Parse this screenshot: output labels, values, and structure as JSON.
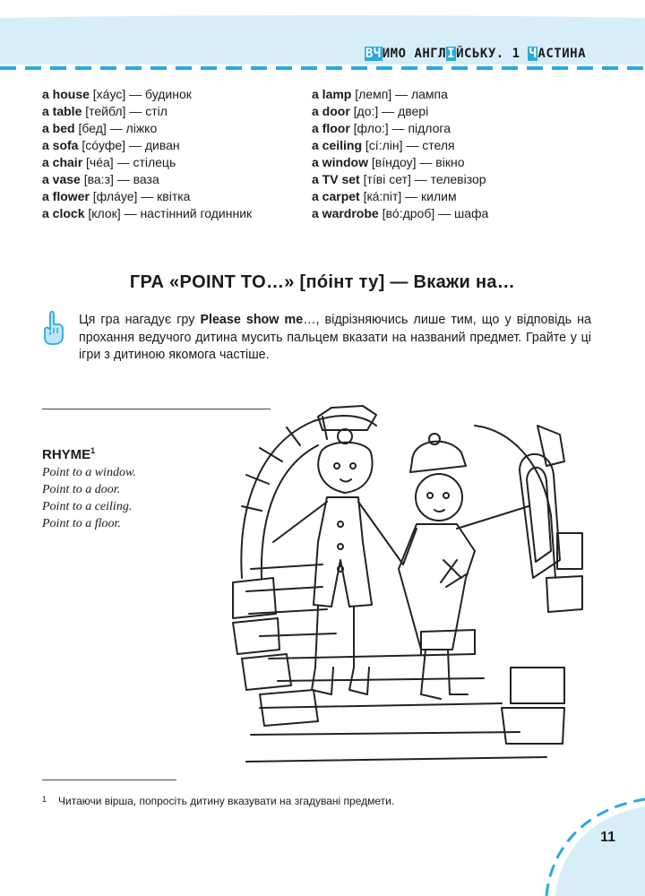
{
  "header": {
    "title_parts": [
      {
        "text": "ВЧ",
        "hl": true
      },
      {
        "text": "ИМО ",
        "hl": false
      },
      {
        "text": "АНГЛ",
        "hl": false
      },
      {
        "text": "І",
        "hl": true
      },
      {
        "text": "ЙСЬКУ. ",
        "hl": false
      },
      {
        "text": "1 ",
        "hl": false
      },
      {
        "text": "Ч",
        "hl": true
      },
      {
        "text": "АСТИНА",
        "hl": false
      }
    ],
    "accent_color": "#29a9e0"
  },
  "vocab": {
    "left": [
      {
        "word": "a house",
        "rest": " [хáус] — будинок"
      },
      {
        "word": "a table",
        "rest": " [тейбл] — стіл"
      },
      {
        "word": "a bed",
        "rest": " [бед] — ліжко"
      },
      {
        "word": "a sofa",
        "rest": " [сóуфе] — диван"
      },
      {
        "word": "a chair",
        "rest": " [чéа] — стілець"
      },
      {
        "word": "a vase",
        "rest": " [ва:з] — ваза"
      },
      {
        "word": "a flower",
        "rest": " [флáуе] — квітка"
      },
      {
        "word": "a clock",
        "rest": " [клок] — настінний годинник"
      }
    ],
    "right": [
      {
        "word": "a lamp",
        "rest": " [лемп] — лампа"
      },
      {
        "word": "a door",
        "rest": " [до:] — двері"
      },
      {
        "word": "a floor",
        "rest": " [фло:] — підлога"
      },
      {
        "word": "a ceiling",
        "rest": " [сí:лін] — стеля"
      },
      {
        "word": "a window",
        "rest": " [вíндоу] — вікно"
      },
      {
        "word": "a TV set",
        "rest": " [тíві сет] — телевізор"
      },
      {
        "word": "a carpet",
        "rest": " [кá:піт] — килим"
      },
      {
        "word": "a wardrobe",
        "rest": " [вó:дроб] — шафа"
      }
    ]
  },
  "game": {
    "title": "ГРА «POINT TO…» [пóінт ту] — Вкажи на…",
    "desc_before": "Ця гра нагадує гру ",
    "desc_bold": "Please show me",
    "desc_after": "…, відрізняючись лише тим, що у відповідь на прохання ведучого дитина мусить пальцем вказати на названий предмет. Грайте у ці ігри з дитиною якомога частіше."
  },
  "rhyme": {
    "title": "RHYME",
    "footnote_mark": "1",
    "lines": [
      "Point to a window.",
      "Point to a door.",
      "Point to a ceiling.",
      "Point to a floor."
    ]
  },
  "footnote": {
    "number": "1",
    "text": "Читаючи вірша, попросіть дитину вказувати на згадувані предмети."
  },
  "page_number": "11"
}
